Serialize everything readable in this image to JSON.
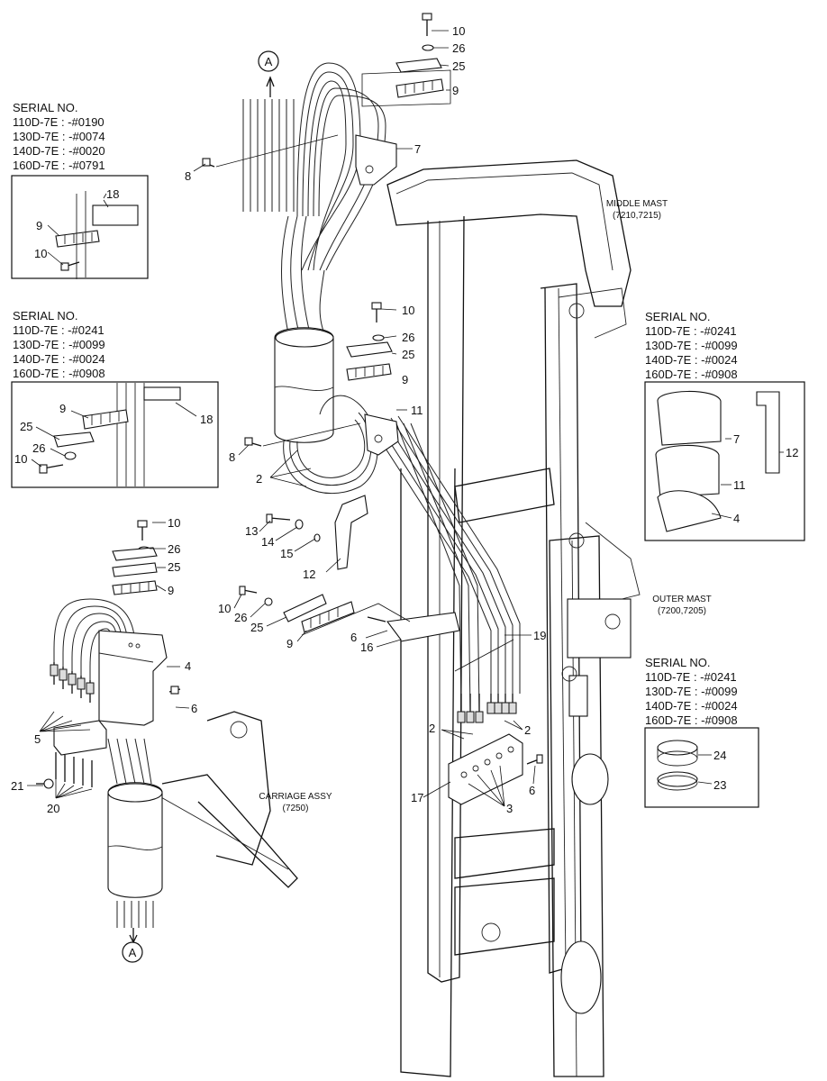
{
  "serial_blocks": [
    {
      "title": "SERIAL NO.",
      "lines": [
        "110D-7E : -#0190",
        "130D-7E : -#0074",
        "140D-7E : -#0020",
        "160D-7E : -#0791"
      ]
    },
    {
      "title": "SERIAL NO.",
      "lines": [
        "110D-7E : -#0241",
        "130D-7E : -#0099",
        "140D-7E : -#0024",
        "160D-7E : -#0908"
      ]
    },
    {
      "title": "SERIAL NO.",
      "lines": [
        "110D-7E : -#0241",
        "130D-7E : -#0099",
        "140D-7E : -#0024",
        "160D-7E : -#0908"
      ]
    },
    {
      "title": "SERIAL NO.",
      "lines": [
        "110D-7E : -#0241",
        "130D-7E : -#0099",
        "140D-7E : -#0024",
        "160D-7E : -#0908"
      ]
    }
  ],
  "assemblies": {
    "middle_mast": {
      "name": "MIDDLE MAST",
      "code": "(7210,7215)"
    },
    "outer_mast": {
      "name": "OUTER MAST",
      "code": "(7200,7205)"
    },
    "carriage": {
      "name": "CARRIAGE ASSY",
      "code": "(7250)"
    }
  },
  "view_marker": "A",
  "callouts": {
    "c10": "10",
    "c26": "26",
    "c25": "25",
    "c9": "9",
    "c7": "7",
    "c8": "8",
    "c18": "18",
    "c11": "11",
    "c2": "2",
    "c13": "13",
    "c14": "14",
    "c15": "15",
    "c12": "12",
    "c4": "4",
    "c6": "6",
    "c5": "5",
    "c21": "21",
    "c20": "20",
    "c16": "16",
    "c19": "19",
    "c17": "17",
    "c3": "3",
    "c24": "24",
    "c23": "23"
  }
}
